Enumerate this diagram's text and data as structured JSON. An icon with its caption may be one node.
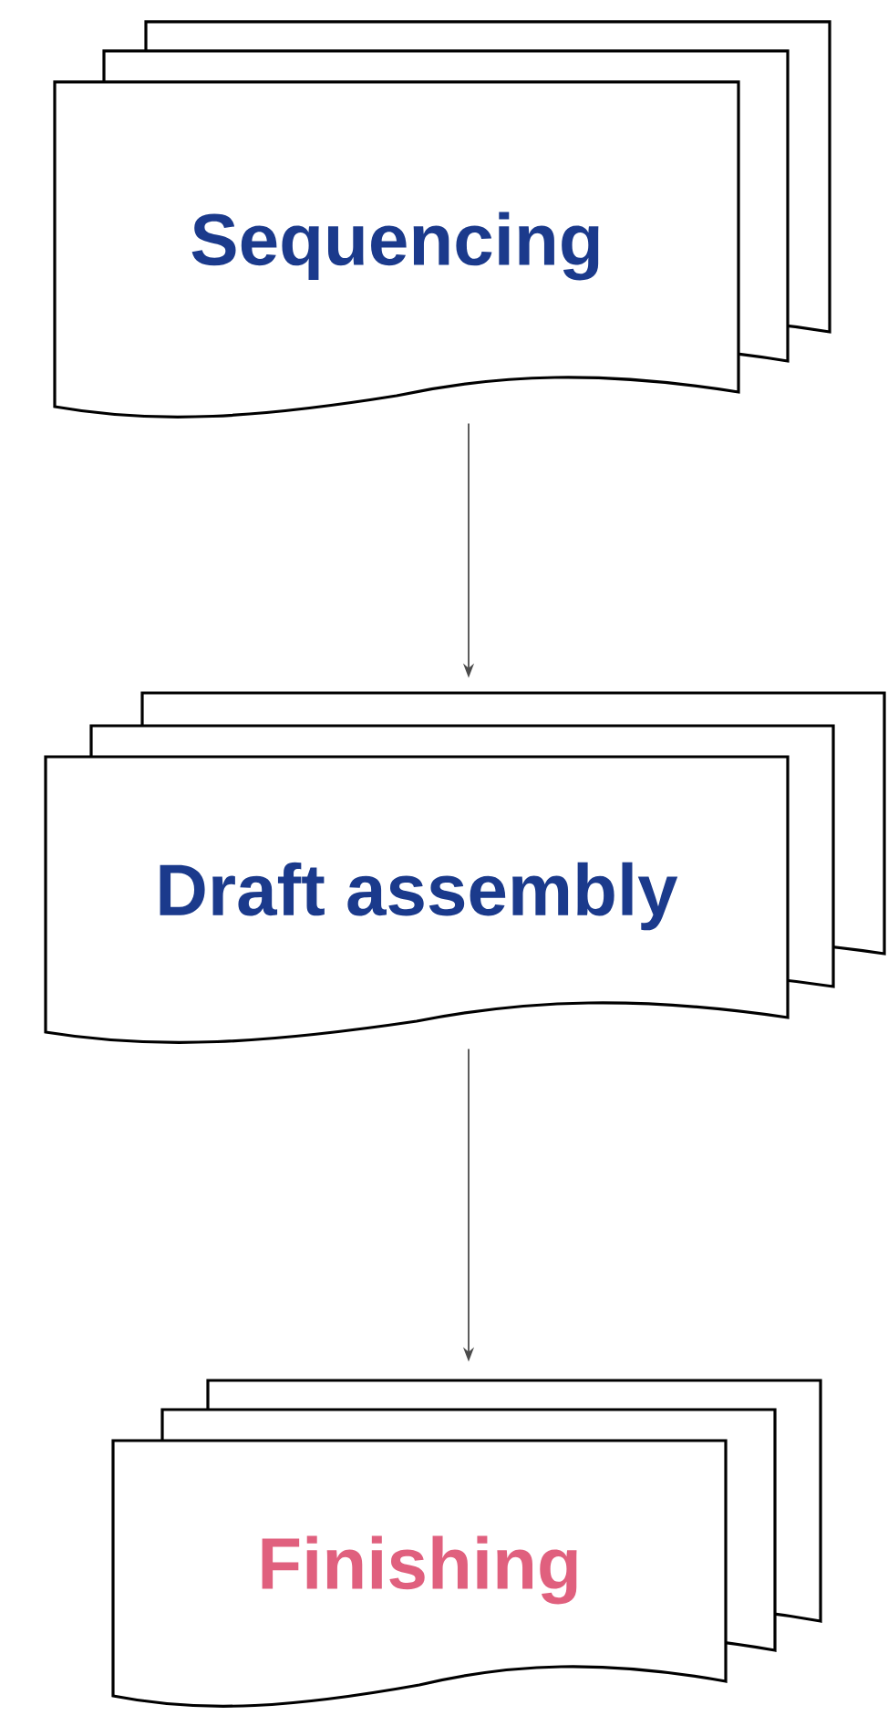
{
  "diagram": {
    "nodes": [
      {
        "text": [
          "Sequencing"
        ]
      },
      {
        "text": [
          "Draft assembly"
        ]
      },
      {
        "text": [
          "Finishing"
        ]
      }
    ],
    "edges": [
      {
        "from": 0,
        "to": 1,
        "arrow": "to"
      },
      {
        "from": 1,
        "to": 2,
        "arrow": "to"
      }
    ]
  }
}
